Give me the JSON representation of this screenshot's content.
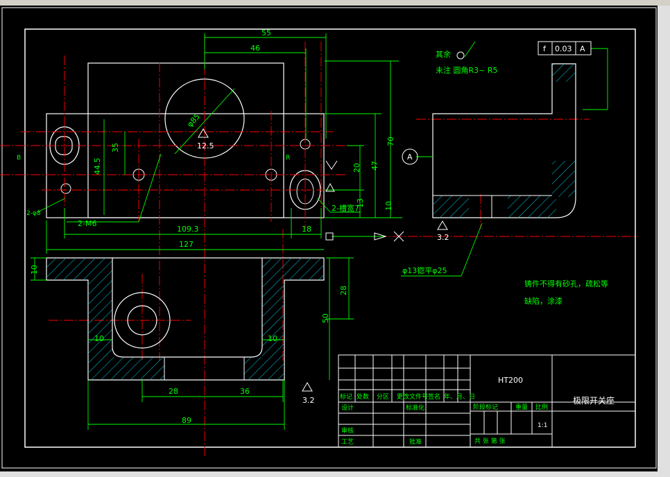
{
  "colors": {
    "background": "#000000",
    "outline": "#ffffff",
    "dimension": "#00ff00",
    "centerline": "#ff0000",
    "hatch": "#00b0c8",
    "note": "#00ff00",
    "title": "#ffffff"
  },
  "notes": {
    "rest_roughness": "其余",
    "fillet_note": "未注 圆角R3~ R5",
    "casting_line1": "铸件不得有砂孔，疏松等",
    "casting_line2": "缺陷，涂漆"
  },
  "gdt": {
    "symbol": "f",
    "tolerance": "0.03",
    "datum": "A"
  },
  "datum_label": "A",
  "roughness_values": {
    "bore": "12.5",
    "bottom": "3.2",
    "section": "3.2"
  },
  "dimensions": {
    "top_width": "55",
    "top_inner": "46",
    "bore_dia": "φ85",
    "hole_pattern": "2-M6",
    "left_hole": "2-φ8",
    "slot_label": "R",
    "spacing_35": "35",
    "spacing_44": "44.5",
    "v_70": "70",
    "v_47": "47",
    "v_20": "20",
    "v_13": "13",
    "v_10": "10",
    "slot_note": "2-槽宽7",
    "h_109": "109.3",
    "h_18": "18",
    "h_127": "127",
    "counterbore": "φ13锪平φ25",
    "section_10": "10",
    "section_28v": "28",
    "section_50": "50",
    "wall_left": "10",
    "wall_right": "10",
    "bottom_28": "28",
    "bottom_36": "36",
    "bottom_89": "89",
    "left_b": "B"
  },
  "title_block": {
    "material": "HT200",
    "part_name": "极限开关座",
    "header_cells": [
      "标记",
      "处数",
      "分区",
      "更改文件号",
      "签名",
      "年、月、日"
    ],
    "row_design": "设计",
    "row_standard": "标准化",
    "row_review": "审核",
    "row_process": "工艺",
    "row_approve": "批准",
    "stage_label": "阶段标记",
    "weight_label": "重量",
    "scale_label": "比例",
    "scale_value": "1:1",
    "sheets_label": "共    张    第    张"
  }
}
